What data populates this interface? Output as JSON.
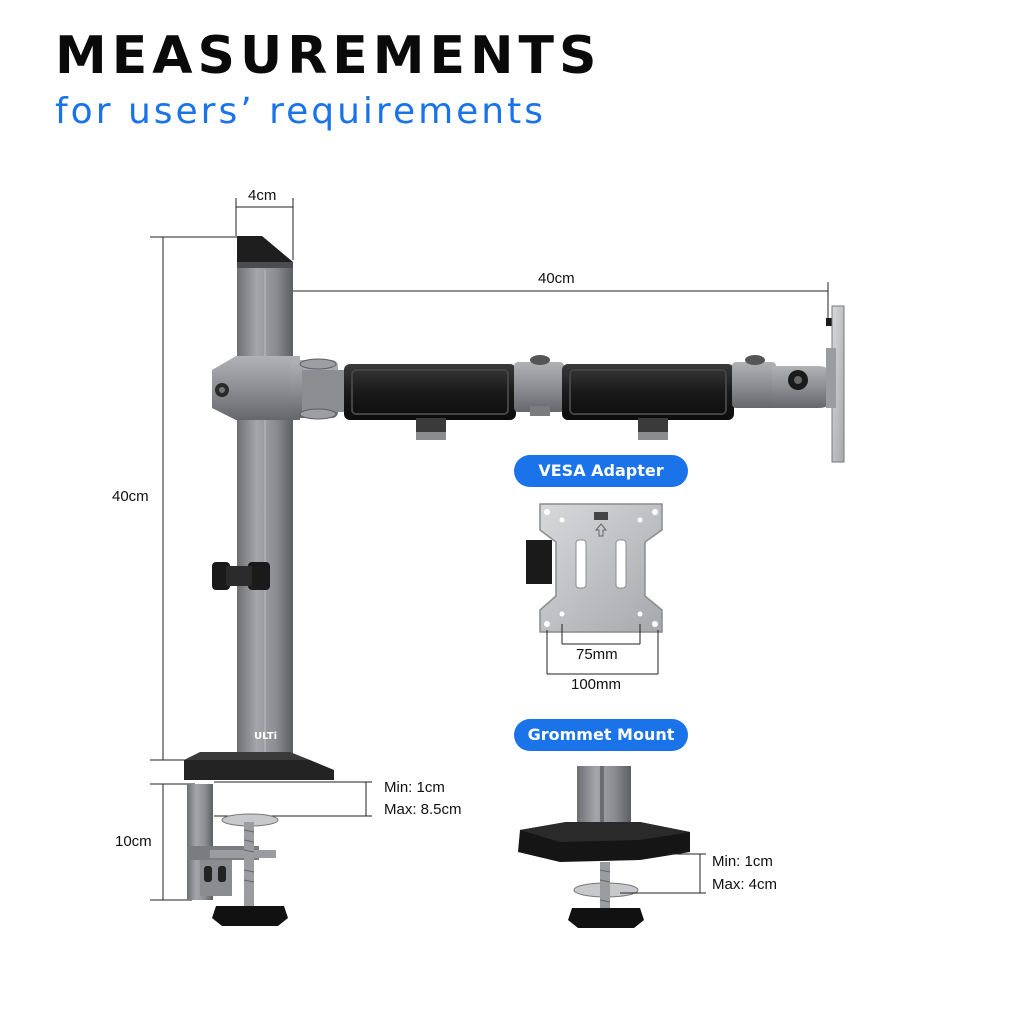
{
  "header": {
    "title": "MEASUREMENTS",
    "subtitle": "for users’ requirements"
  },
  "dimensions": {
    "pole_width": "4cm",
    "pole_height": "40cm",
    "arm_length": "40cm",
    "clamp_height": "10cm",
    "clamp_range_min": "Min: 1cm",
    "clamp_range_max": "Max: 8.5cm",
    "vesa_75": "75mm",
    "vesa_100": "100mm",
    "grommet_range_min": "Min: 1cm",
    "grommet_range_max": "Max: 4cm"
  },
  "labels": {
    "vesa_adapter": "VESA Adapter",
    "grommet_mount": "Grommet Mount",
    "brand_logo": "ULTi"
  },
  "colors": {
    "accent": "#1a73e8",
    "steel": "#8e9095",
    "arm_black": "#1c1c1c"
  }
}
